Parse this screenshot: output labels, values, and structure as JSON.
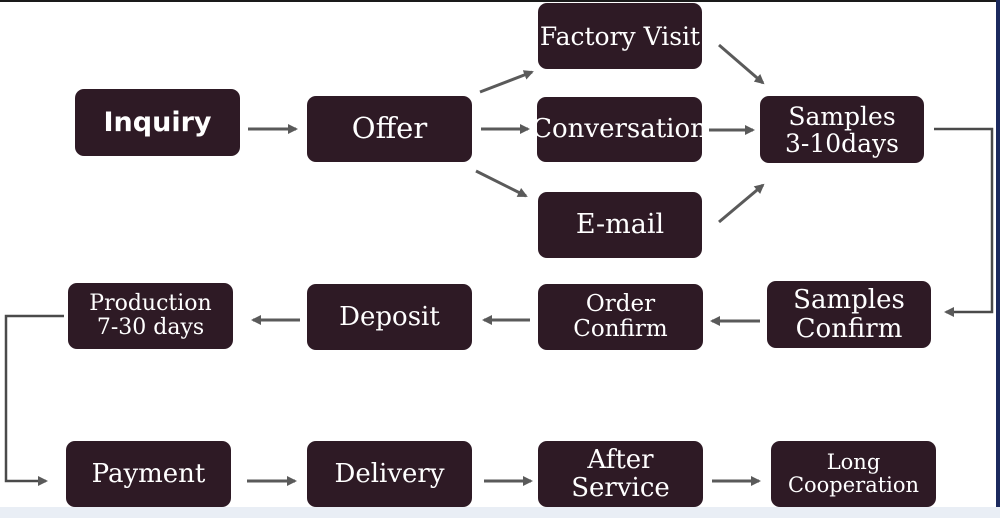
{
  "diagram": {
    "nodes": {
      "inquiry": {
        "line1": "Inquiry"
      },
      "offer": {
        "line1": "Offer"
      },
      "factory_visit": {
        "line1": "Factory Visit"
      },
      "conversation": {
        "line1": "Conversation"
      },
      "email": {
        "line1": "E-mail"
      },
      "samples": {
        "line1": "Samples",
        "line2": "3-10days"
      },
      "samples_confirm": {
        "line1": "Samples",
        "line2": "Confirm"
      },
      "order_confirm": {
        "line1": "Order",
        "line2": "Confirm"
      },
      "deposit": {
        "line1": "Deposit"
      },
      "production": {
        "line1": "Production",
        "line2": "7-30 days"
      },
      "payment": {
        "line1": "Payment"
      },
      "delivery": {
        "line1": "Delivery"
      },
      "after_service": {
        "line1": "After",
        "line2": "Service"
      },
      "long_cooperation": {
        "line1": "Long",
        "line2": "Cooperation"
      }
    },
    "colors": {
      "box": "#2e1a25",
      "text": "#ffffff",
      "arrow": "#5a5a5a",
      "connector": "#4a4a4a"
    }
  }
}
